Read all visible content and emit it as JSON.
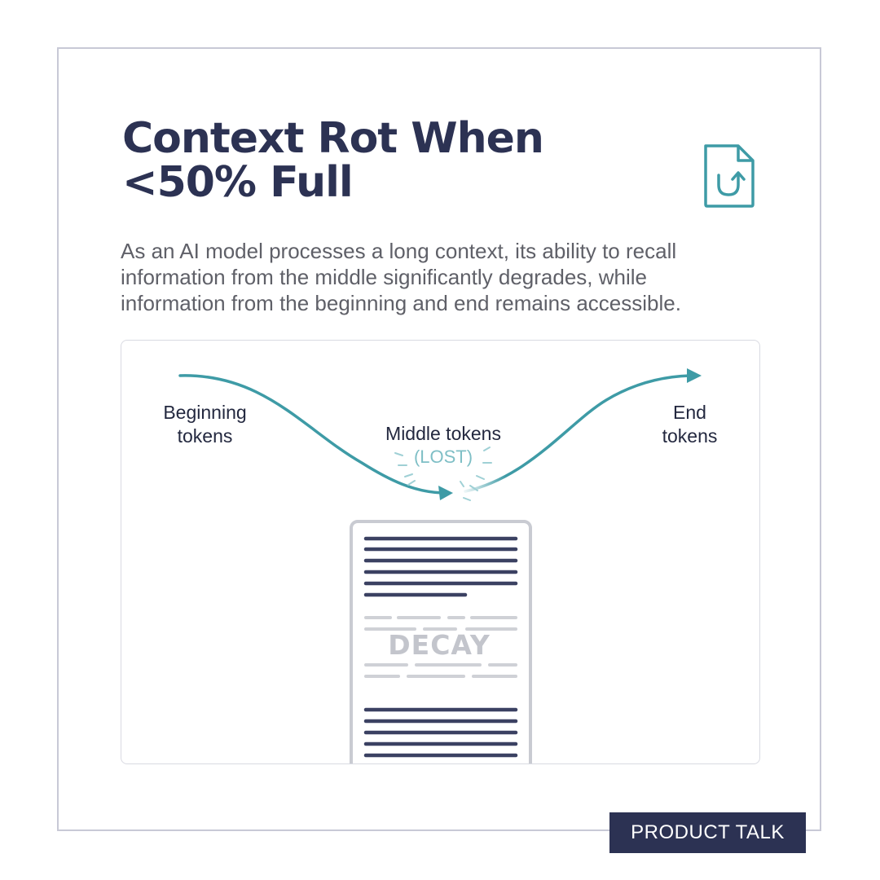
{
  "title": {
    "line1": "Context Rot When",
    "line2": "<50% Full"
  },
  "description": "As an AI model processes a long context, its ability to recall information from the middle significantly degrades, while information from the beginning and end remains accessible.",
  "diagram": {
    "beginning_label_line1": "Beginning",
    "beginning_label_line2": "tokens",
    "middle_label": "Middle tokens",
    "middle_status": "(LOST)",
    "end_label_line1": "End",
    "end_label_line2": "tokens",
    "document_overlay": "DECAY"
  },
  "brand": "PRODUCT TALK",
  "icons": {
    "document": "document-return-icon"
  },
  "colors": {
    "title": "#2c3253",
    "accent": "#3e9ba6",
    "badge_background": "#2c3253",
    "lost": "#7fbfc6"
  }
}
